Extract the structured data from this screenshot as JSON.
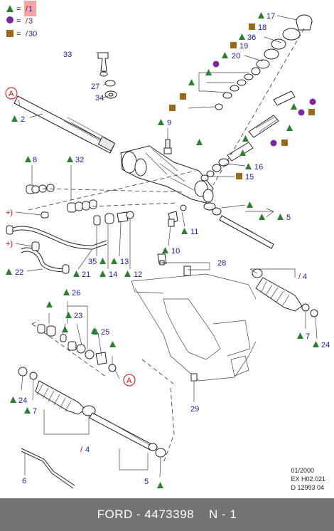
{
  "legend": [
    {
      "marker": "triangle",
      "color": "#2e7d32",
      "text": "= ",
      "mark": "1"
    },
    {
      "marker": "circle",
      "color": "#7a2a9e",
      "text": "= ",
      "mark": "3"
    },
    {
      "marker": "square",
      "color": "#9a6a1c",
      "text": "= ",
      "mark": "30"
    }
  ],
  "callouts": {
    "c17": "17",
    "c18": "18",
    "c36": "36",
    "c19": "19",
    "c20": "20",
    "c33": "33",
    "c27": "27",
    "c34": "34",
    "c2": "2",
    "cA1": "A",
    "c9": "9",
    "c8": "8",
    "c32": "32",
    "c16": "16",
    "c15": "15",
    "c5a": "5",
    "c11": "11",
    "c10": "10",
    "c35": "35",
    "c14": "14",
    "c13": "13",
    "c12": "12",
    "c21": "21",
    "c22": "22",
    "c28": "28",
    "c4a": "4",
    "c7a": "7",
    "c24a": "24",
    "c26": "26",
    "c23": "23",
    "c25": "25",
    "cA2": "A",
    "c24b": "24",
    "c7b": "7",
    "c4b": "4",
    "c29": "29",
    "c6": "6",
    "c5b": "5",
    "plus1": "+)",
    "plus2": "+)"
  },
  "docref": {
    "line1": "01/2000",
    "line2": "EX H02.021",
    "line3": "D 12993 04"
  },
  "footer": {
    "brand": "FORD",
    "sep": " - ",
    "part_number": "4473398",
    "note": "N - 1"
  },
  "colors": {
    "triangle": "#2e7d32",
    "circle": "#7a2a9e",
    "square": "#9a6a1c",
    "highlight": "#f4a6a6",
    "footer_bg": "#737373"
  }
}
